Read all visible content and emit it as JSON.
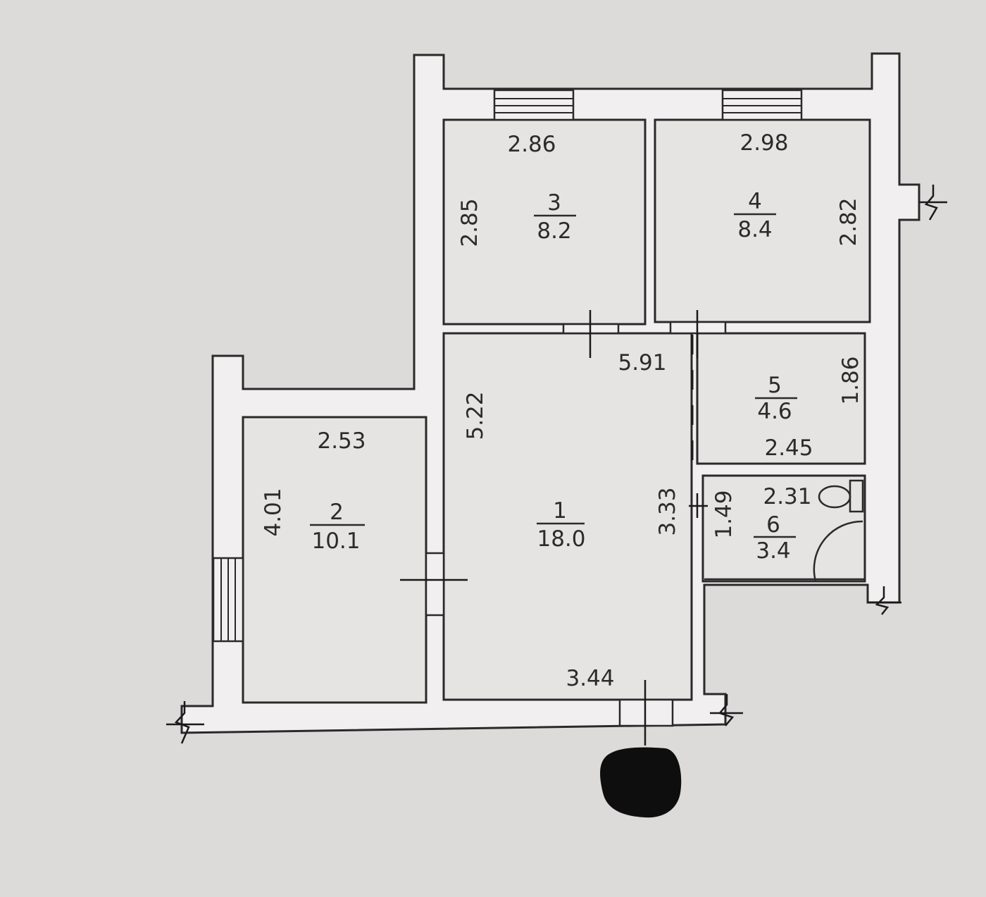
{
  "rooms": [
    {
      "number": "1",
      "area": "18.0"
    },
    {
      "number": "2",
      "area": "10.1"
    },
    {
      "number": "3",
      "area": "8.2"
    },
    {
      "number": "4",
      "area": "8.4"
    },
    {
      "number": "5",
      "area": "4.6"
    },
    {
      "number": "6",
      "area": "3.4"
    }
  ],
  "dimensions": {
    "room3_width": "2.86",
    "room3_height": "2.85",
    "room4_width": "2.98",
    "room4_height": "2.82",
    "hall_width": "5.91",
    "room1_height": "5.22",
    "room1_partial": "3.33",
    "room1_width": "3.44",
    "room2_width": "2.53",
    "room2_height": "4.01",
    "room5_height": "1.86",
    "room5_width": "2.45",
    "room6_width": "2.31",
    "room6_height": "1.49"
  }
}
